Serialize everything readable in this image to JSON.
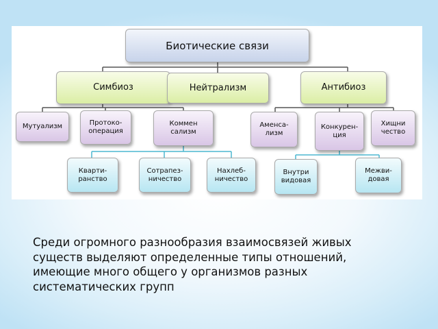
{
  "diagram": {
    "root": "Биотические связи",
    "level1": {
      "symbiosis": "Симбиоз",
      "neutralism": "Нейтрализм",
      "antibiosis": "Антибиоз"
    },
    "symbiosis_children": {
      "mutualism": "Мутуализм",
      "protocooperation": "Протоко-\nоперация",
      "commensalism": "Коммен\nсализм"
    },
    "commensalism_children": {
      "quartering": "Кварти-\nранство",
      "synoikia": "Сотрапез-\nничество",
      "freeloading": "Нахлеб-\nничество"
    },
    "antibiosis_children": {
      "amensalism": "Аменса-\nлизм",
      "competition": "Конкурен-\nция",
      "predation": "Хищни\nчество"
    },
    "competition_children": {
      "intraspecific": "Внутри\nвидовая",
      "interspecific": "Межви-\nдовая"
    }
  },
  "caption": "Среди огромного разнообразия взаимосвязей живых\nсуществ выделяют определенные типы отношений,\nимеющие много общего у организмов разных\nсистематических групп",
  "colors": {
    "root_fill": "#c7d3ea",
    "level1_fill": "#dbeea5",
    "purple_fill": "#d9c6e6",
    "cyan_fill": "#b7e6f2",
    "connector": "#555555",
    "connector_cyan": "#4bb7d0"
  }
}
